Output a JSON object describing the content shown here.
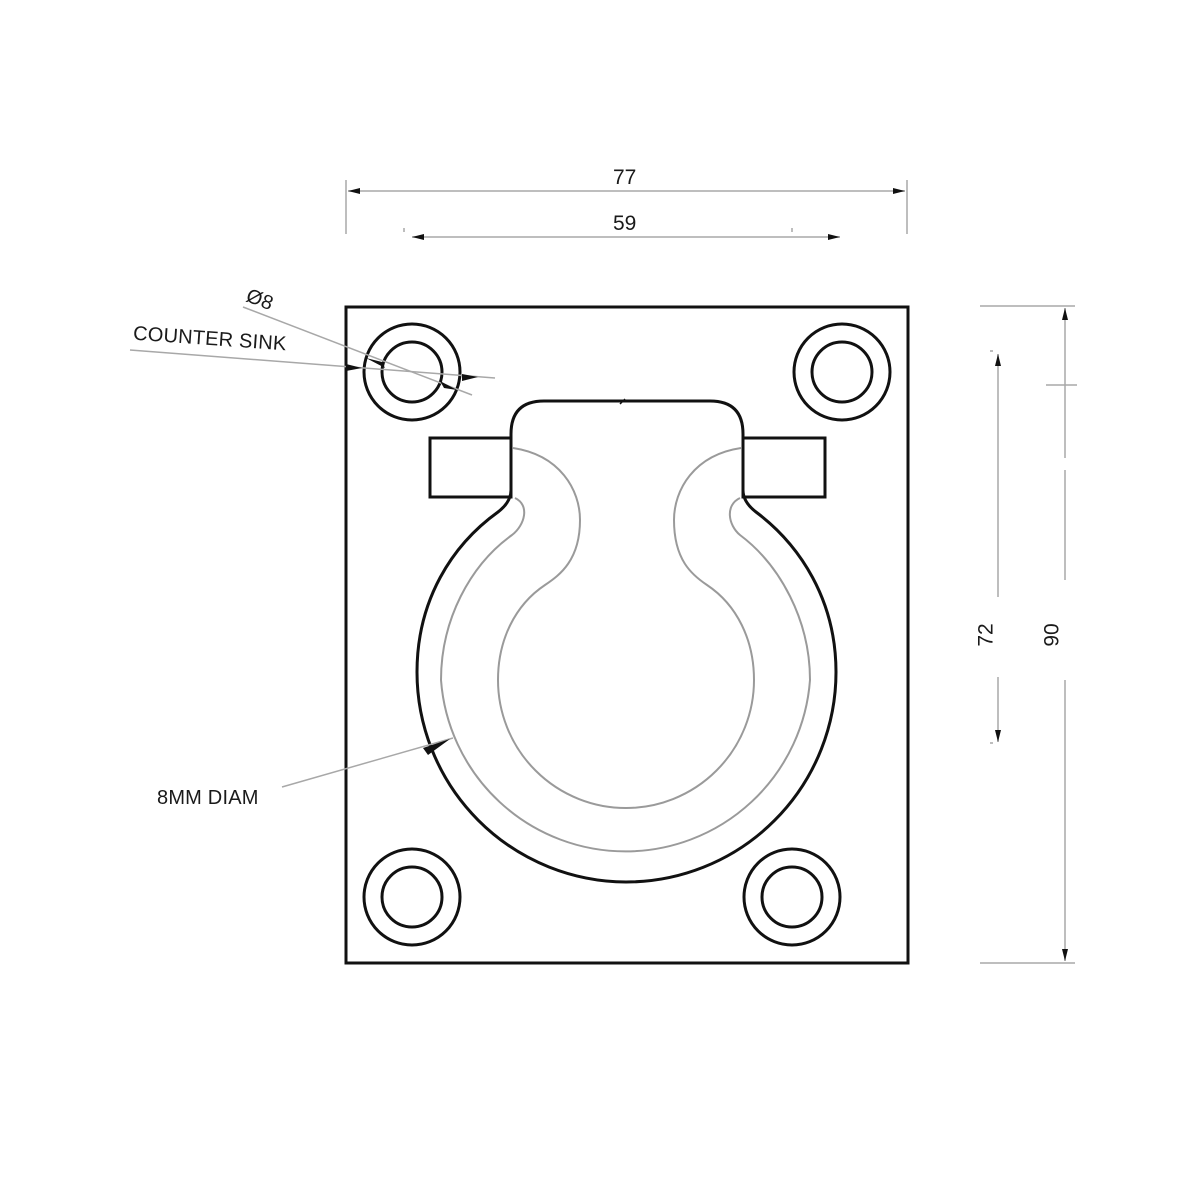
{
  "drawing": {
    "title": "Flush ring pull technical drawing",
    "units": "mm",
    "dimensions": {
      "overall_width": "77",
      "hole_spacing_width": "59",
      "overall_height": "90",
      "hole_spacing_height": "72"
    },
    "annotations": {
      "hole_diameter": "Ø8",
      "counter_sink": "COUNTER SINK",
      "ring_diameter": "8MM DIAM"
    },
    "colors": {
      "outline": "#111111",
      "hidden_line": "#9a9a9a",
      "dimension_line": "#a8a8a8",
      "background": "#ffffff"
    }
  }
}
